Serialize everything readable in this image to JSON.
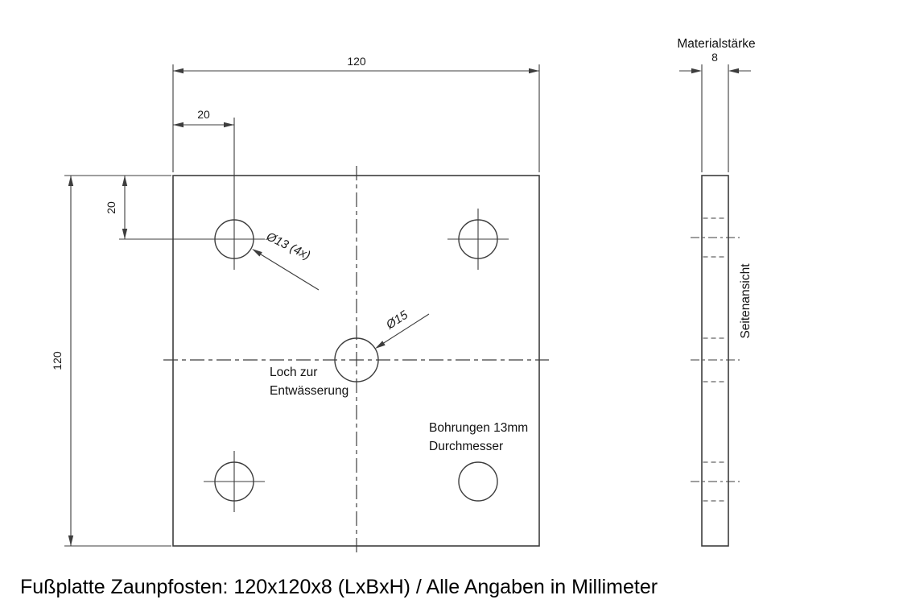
{
  "drawing": {
    "caption": "Fußplatte Zaunpfosten: 120x120x8 (LxBxH) / Alle Angaben in Millimeter",
    "front_view": {
      "dim_width": "120",
      "dim_height": "120",
      "dim_hole_offset_horizontal": "20",
      "dim_hole_offset_vertical": "20",
      "corner_holes_label": "Ø13 (4x)",
      "drain_hole_label": "Ø15",
      "drain_note_line1": "Loch zur",
      "drain_note_line2": "Entwässerung",
      "bore_note_line1": "Bohrungen 13mm",
      "bore_note_line2": "Durchmesser"
    },
    "side_view": {
      "title": "Materialstärke",
      "dim_thickness": "8",
      "label": "Seitenansicht"
    },
    "colors": {
      "line": "#3d3d3d",
      "text": "#111111",
      "background": "#ffffff"
    }
  }
}
